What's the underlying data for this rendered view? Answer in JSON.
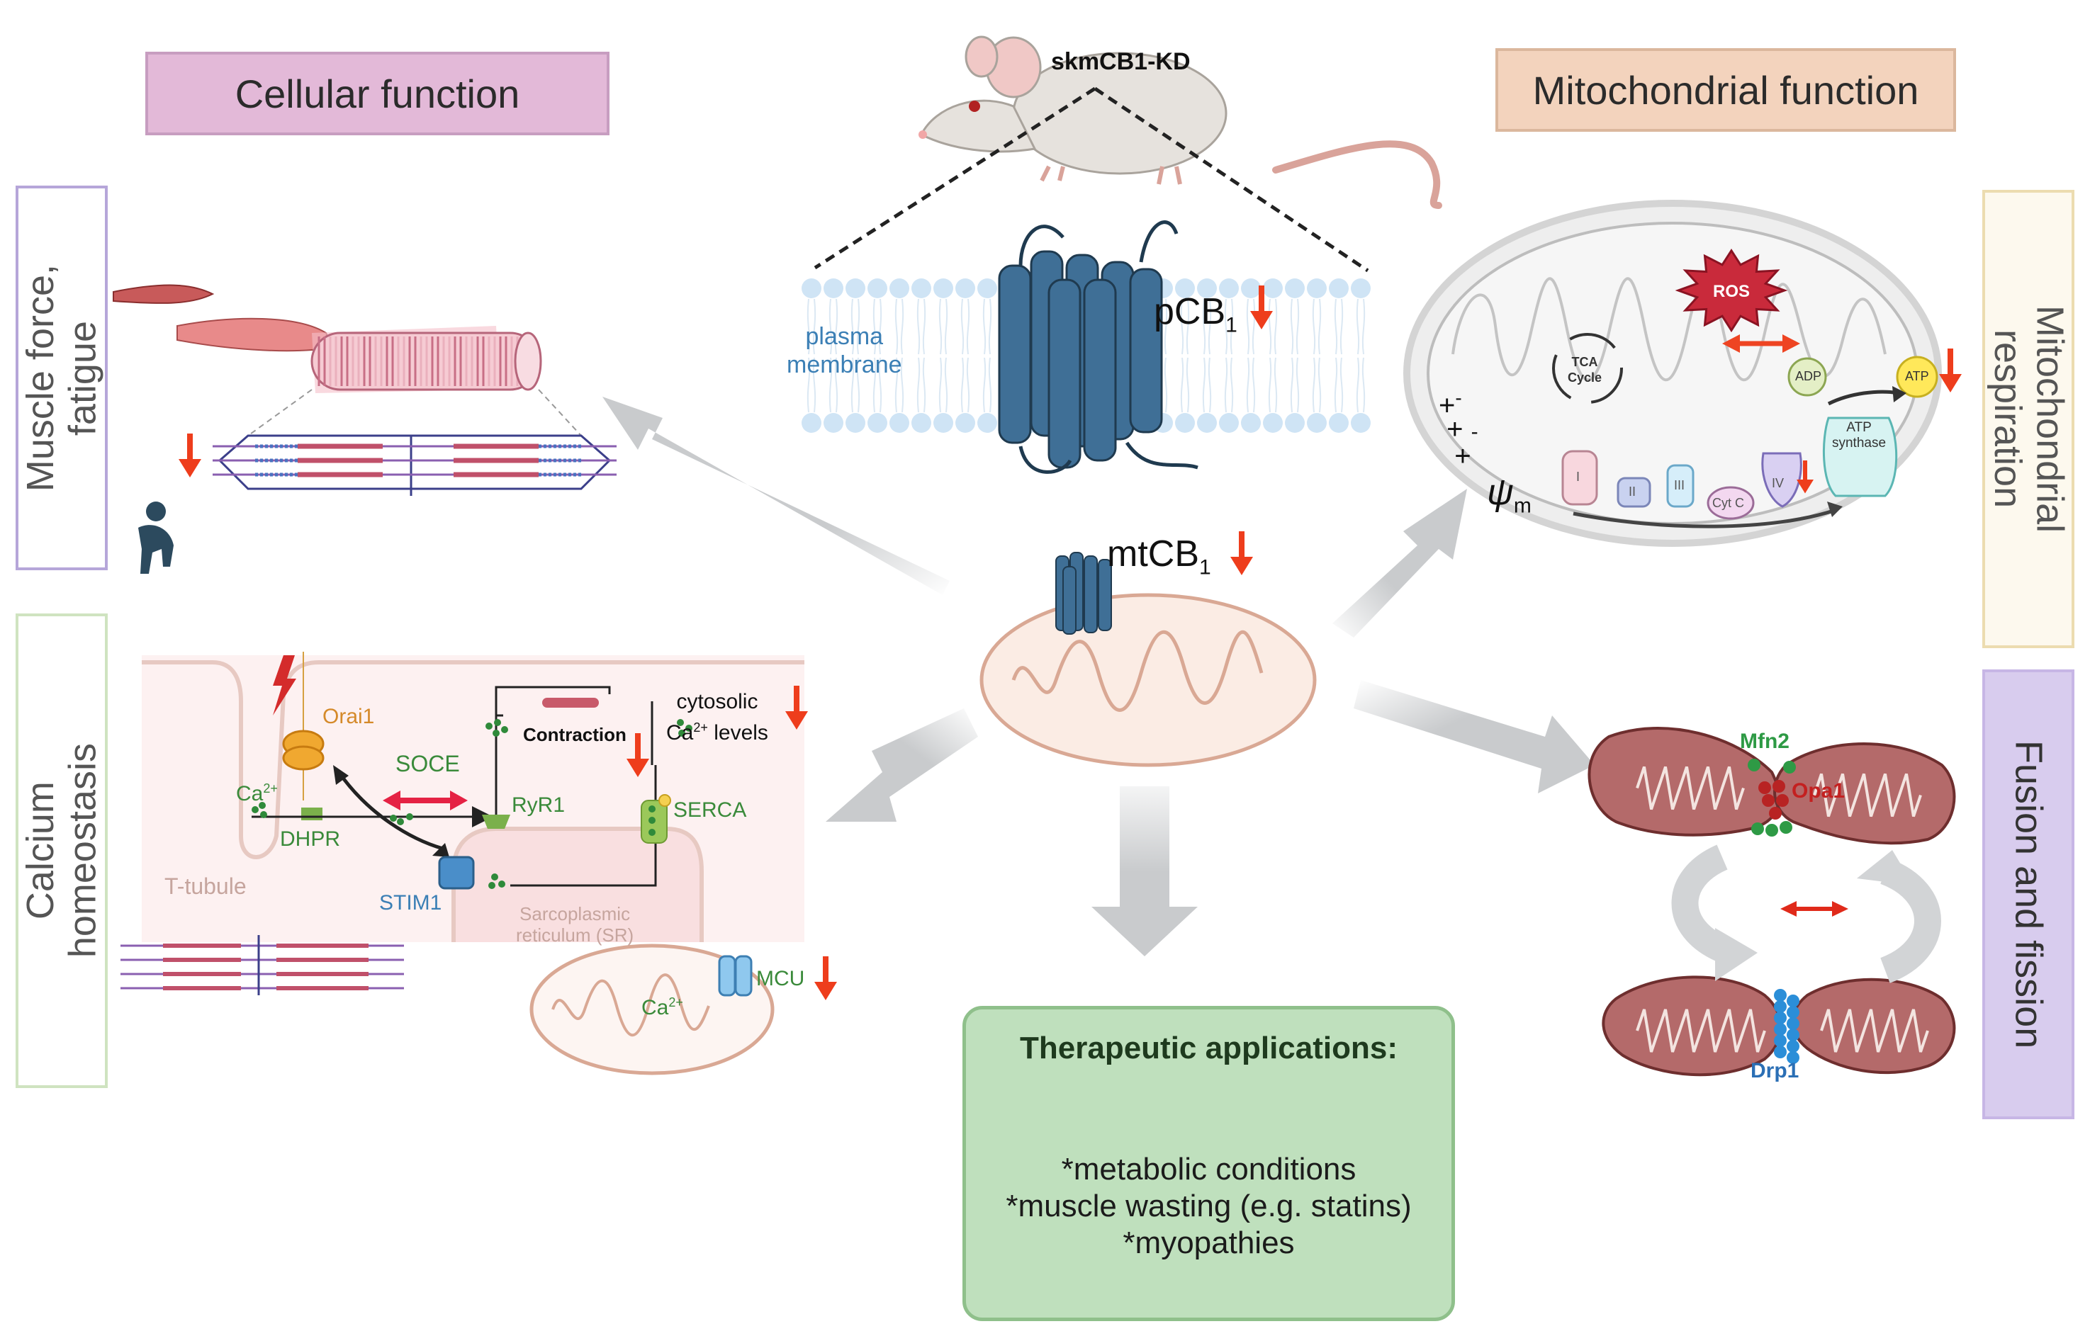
{
  "headers": {
    "cellular": "Cellular function",
    "mitochondrial": "Mitochondrial function"
  },
  "side_labels": {
    "muscle_force": [
      "Muscle force,",
      "fatigue"
    ],
    "calcium": [
      "Calcium",
      "homeostasis"
    ],
    "respiration": [
      "Mitochondrial",
      "respiration"
    ],
    "fusion": "Fusion and fission"
  },
  "model": "skmCB1-KD",
  "membrane": {
    "label_line1": "plasma",
    "label_line2": "membrane",
    "pcb1": "pCB",
    "pcb1_sub": "1"
  },
  "mtcb1": {
    "label": "mtCB",
    "sub": "1"
  },
  "calcium_panel": {
    "orai1": "Orai1",
    "soce": "SOCE",
    "ca": "Ca",
    "ca_sup": "2+",
    "dhpr": "DHPR",
    "ryr1": "RyR1",
    "serca": "SERCA",
    "stim1": "STIM1",
    "contraction": "Contraction",
    "cytosolic_line1": "cytosolic",
    "cytosolic_line2": "levels",
    "t_tubule": "T-tubule",
    "sr_line1": "Sarcoplasmic",
    "sr_line2": "reticulum (SR)",
    "mcu": "MCU"
  },
  "respiration_panel": {
    "ros": "ROS",
    "tca_line1": "TCA",
    "tca_line2": "Cycle",
    "adp": "ADP",
    "atp": "ATP",
    "atp_synthase_line1": "ATP",
    "atp_synthase_line2": "synthase",
    "complexes": [
      "I",
      "II",
      "III",
      "Cyt C",
      "IV"
    ],
    "psi": "ψ",
    "psi_sub": "m"
  },
  "fusion_panel": {
    "mfn2": "Mfn2",
    "opa1": "Opa1",
    "drp1": "Drp1"
  },
  "therapeutic": {
    "title": "Therapeutic applications:",
    "items": [
      "*metabolic conditions",
      "*muscle wasting (e.g. statins)",
      "*myopathies"
    ]
  },
  "colors": {
    "cellular_header_bg": "#e3b9d8",
    "mito_header_bg": "#f3d3bd",
    "muscle_box_border": "#b6a6d9",
    "calcium_box_border": "#cfe3c0",
    "respiration_box_border": "#ecdcb0",
    "fusion_box_bg": "#d8ccee",
    "receptor": "#3f6f96",
    "down_arrow": "#ee3d1c",
    "mito_fill": "#b46a6a",
    "therapeutic_bg": "#bfe0bd",
    "therapeutic_border": "#8fc08b"
  }
}
